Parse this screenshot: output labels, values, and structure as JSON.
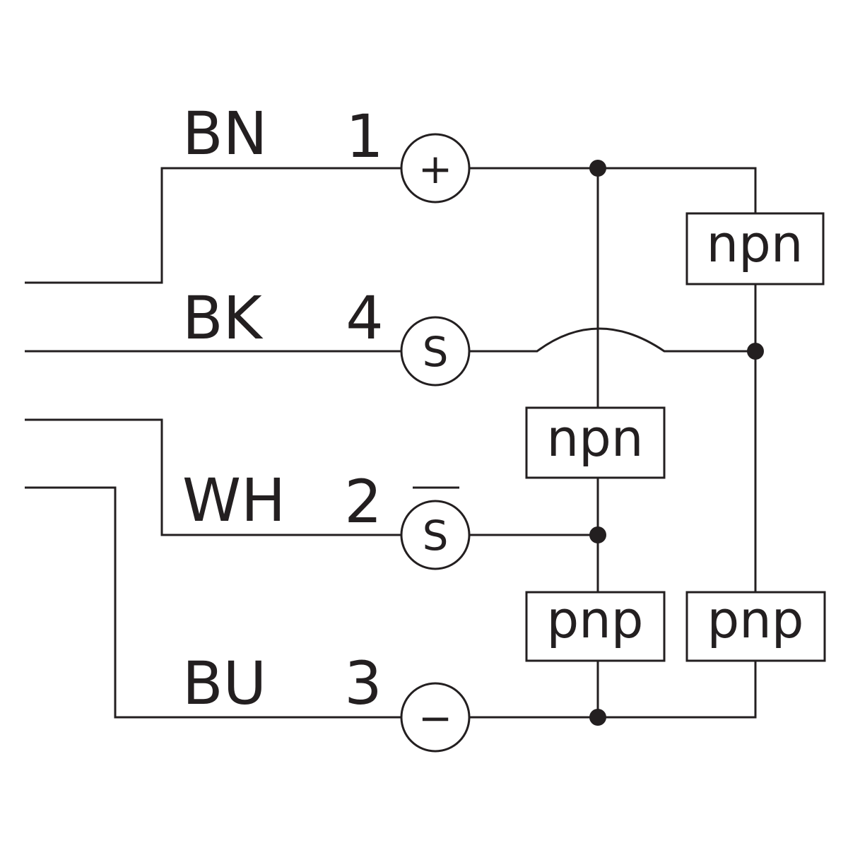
{
  "wires": [
    {
      "color_code": "BN",
      "pin": "1",
      "symbol": "+"
    },
    {
      "color_code": "BK",
      "pin": "4",
      "symbol": "S"
    },
    {
      "color_code": "WH",
      "pin": "2",
      "symbol": "S"
    },
    {
      "color_code": "BU",
      "pin": "3",
      "symbol": "−"
    }
  ],
  "boxes": {
    "npn_right": "npn",
    "npn_center": "npn",
    "pnp_center": "pnp",
    "pnp_right": "pnp"
  },
  "colors": {
    "line": "#231f20",
    "background": "#ffffff"
  }
}
